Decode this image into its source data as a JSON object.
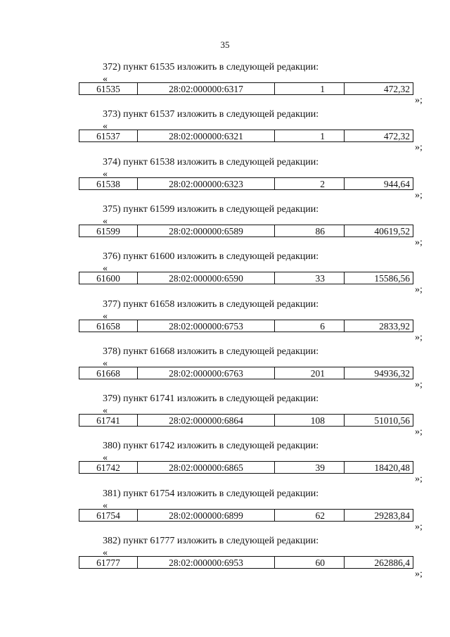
{
  "page_number": "35",
  "open_quote": "«",
  "close_quote": "»;",
  "entries": [
    {
      "heading": "372) пункт 61535 изложить в следующей редакции:",
      "num": "61535",
      "cadastral": "28:02:000000:6317",
      "qty": "1",
      "value": "472,32"
    },
    {
      "heading": "373) пункт 61537 изложить в следующей редакции:",
      "num": "61537",
      "cadastral": "28:02:000000:6321",
      "qty": "1",
      "value": "472,32"
    },
    {
      "heading": "374) пункт 61538 изложить в следующей редакции:",
      "num": "61538",
      "cadastral": "28:02:000000:6323",
      "qty": "2",
      "value": "944,64"
    },
    {
      "heading": "375) пункт 61599 изложить в следующей редакции:",
      "num": "61599",
      "cadastral": "28:02:000000:6589",
      "qty": "86",
      "value": "40619,52"
    },
    {
      "heading": "376) пункт 61600 изложить в следующей редакции:",
      "num": "61600",
      "cadastral": "28:02:000000:6590",
      "qty": "33",
      "value": "15586,56"
    },
    {
      "heading": "377) пункт 61658 изложить в следующей редакции:",
      "num": "61658",
      "cadastral": "28:02:000000:6753",
      "qty": "6",
      "value": "2833,92"
    },
    {
      "heading": "378) пункт 61668 изложить в следующей редакции:",
      "num": "61668",
      "cadastral": "28:02:000000:6763",
      "qty": "201",
      "value": "94936,32"
    },
    {
      "heading": "379) пункт 61741 изложить в следующей редакции:",
      "num": "61741",
      "cadastral": "28:02:000000:6864",
      "qty": "108",
      "value": "51010,56"
    },
    {
      "heading": "380) пункт 61742 изложить в следующей редакции:",
      "num": "61742",
      "cadastral": "28:02:000000:6865",
      "qty": "39",
      "value": "18420,48"
    },
    {
      "heading": "381) пункт 61754 изложить в следующей редакции:",
      "num": "61754",
      "cadastral": "28:02:000000:6899",
      "qty": "62",
      "value": "29283,84"
    },
    {
      "heading": "382) пункт 61777 изложить в следующей редакции:",
      "num": "61777",
      "cadastral": "28:02:000000:6953",
      "qty": "60",
      "value": "262886,4"
    }
  ]
}
